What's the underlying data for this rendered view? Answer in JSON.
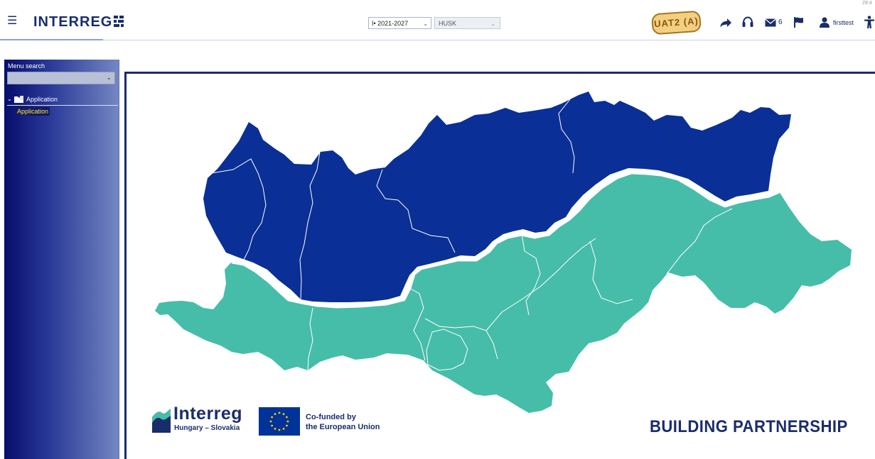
{
  "header": {
    "menu_icon": "hamburger-menu-icon",
    "logo_text": "INTERREG",
    "period_select": {
      "value": "I• 2021-2027"
    },
    "programme_select": {
      "value": "HUSK"
    },
    "environment_badge": "UAT2 (A)",
    "mail_count": "6",
    "username": "firsttest",
    "clock": "29:4",
    "icons": [
      "share-arrow-icon",
      "support-headset-icon",
      "mail-icon",
      "flag-icon",
      "user-icon",
      "accessibility-icon"
    ]
  },
  "sidebar": {
    "search_label": "Menu search",
    "search_value": "",
    "tree": {
      "root_label": "Application",
      "child_label": "Application"
    }
  },
  "banner": {
    "logo_word": "Interreg",
    "logo_subtitle": "Hungary – Slovakia",
    "eu_text_line1": "Co-funded by",
    "eu_text_line2": "the European Union",
    "title": "BUILDING PARTNERSHIP"
  },
  "colors": {
    "brand_navy": "#1a2d6b",
    "slovakia_blue": "#0a2f96",
    "hungary_teal": "#46bda8",
    "eu_blue": "#003399",
    "eu_star": "#ffcc00"
  }
}
